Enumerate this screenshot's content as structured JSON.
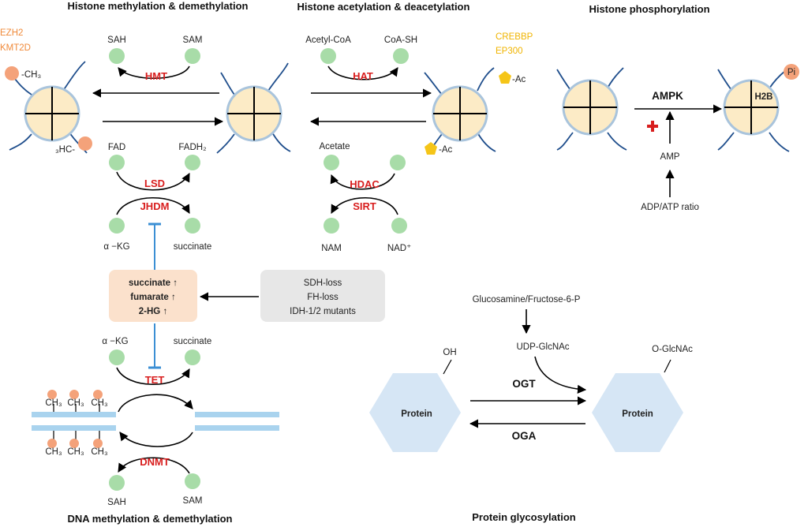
{
  "titles": {
    "methylation": "Histone methylation & demethylation",
    "acetylation": "Histone acetylation & deacetylation",
    "phosphorylation": "Histone phosphorylation",
    "dna": "DNA methylation & demethylation",
    "glycosylation": "Protein glycosylation"
  },
  "methylation": {
    "writers_line1": "EZH2",
    "writers_line2": "KMT2D",
    "ch3_top": "-CH₃",
    "ch3_bottom": "₃HC-",
    "hmt_substrate": "SAH",
    "hmt_product": "SAM",
    "hmt_enzyme": "HMT",
    "lsd_substrate": "FAD",
    "lsd_product": "FADH₂",
    "lsd_enzyme": "LSD",
    "jhdm_enzyme": "JHDM",
    "jhdm_substrate": "α −KG",
    "jhdm_product": "succinate"
  },
  "acetylation": {
    "hat_substrate": "Acetyl-CoA",
    "hat_product": "CoA-SH",
    "hat_enzyme": "HAT",
    "writers_line1": "CREBBP",
    "writers_line2": "EP300",
    "ac_top": "-Ac",
    "ac_bottom": "-Ac",
    "hdac_substrate": "Acetate",
    "hdac_enzyme": "HDAC",
    "sirt_enzyme": "SIRT",
    "sirt_product_1": "NAM",
    "sirt_product_2": "NAD⁺"
  },
  "phosphorylation": {
    "enzyme": "AMPK",
    "activator": "AMP",
    "ratio": "ADP/ATP ratio",
    "histone": "H2B",
    "phospho": "Pi"
  },
  "oncometabolites": {
    "line1": "succinate ↑",
    "line2": "fumarate ↑",
    "line3": "2-HG ↑"
  },
  "mutations": {
    "line1": "SDH-loss",
    "line2": "FH-loss",
    "line3": "IDH-1/2 mutants"
  },
  "dna": {
    "tet_substrate": "α −KG",
    "tet_product": "succinate",
    "tet_enzyme": "TET",
    "dnmt_enzyme": "DNMT",
    "dnmt_product": "SAH",
    "dnmt_substrate": "SAM",
    "methyl": "CH₃"
  },
  "glycosylation": {
    "precursor": "Glucosamine/Fructose-6-P",
    "donor": "UDP-GlcNAc",
    "left_group": "OH",
    "right_group": "O-GlcNAc",
    "left_protein": "Protein",
    "right_protein": "Protein",
    "forward_enzyme": "OGT",
    "reverse_enzyme": "OGA"
  },
  "colors": {
    "histone_fill": "#fcebc6",
    "histone_stroke": "#a9c4dc",
    "tail": "#1f4e8c",
    "metabolite": "#a8dca8",
    "methyl": "#f4a27a",
    "acetyl": "#f5c518",
    "enzyme_red": "#d81e1e",
    "inhibit_blue": "#3b8fd4",
    "oncometabolite_box": "#fbe1cc",
    "mutation_box": "#e7e7e7",
    "dna_strand": "#a9d3ee",
    "protein": "#d6e6f5"
  },
  "icons": {
    "activation": "red-plus-icon",
    "inhibition": "t-bar-inhibition-icon"
  }
}
